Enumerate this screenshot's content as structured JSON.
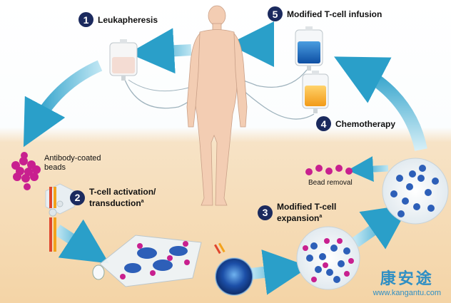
{
  "steps": [
    {
      "number": "1",
      "label": "Leukapheresis"
    },
    {
      "number": "2",
      "label_line1": "T-cell activation/",
      "label_line2": "transduction",
      "sup": "a"
    },
    {
      "number": "3",
      "label_line1": "Modified T-cell",
      "label_line2": "expansion",
      "sup": "a"
    },
    {
      "number": "4",
      "label": "Chemotherapy"
    },
    {
      "number": "5",
      "label": "Modified T-cell infusion"
    }
  ],
  "labels": {
    "beads_line1": "Antibody-coated",
    "beads_line2": "beads",
    "bead_removal": "Bead removal"
  },
  "watermark": {
    "chinese": "康安途",
    "url": "www.kangantu.com"
  },
  "colors": {
    "arrow": "#2a9fc9",
    "badge": "#1b2a5e",
    "bead": "#c8208f",
    "tcell": "#2d5fb8",
    "skin": "#f3cdb3",
    "sand": "#f4d4a6"
  }
}
